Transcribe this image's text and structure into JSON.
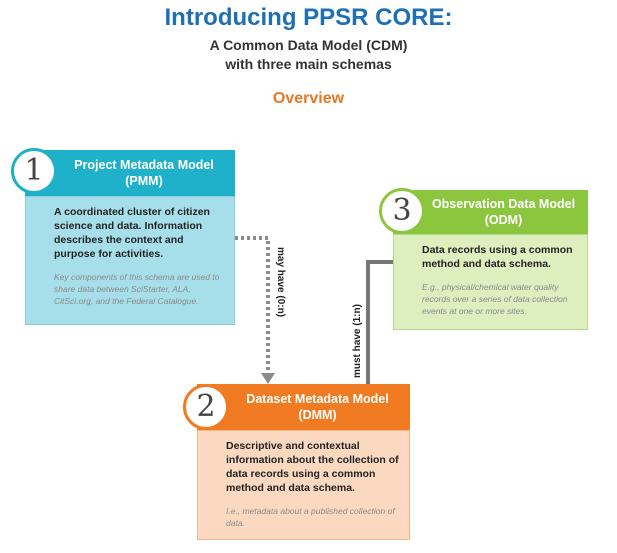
{
  "header": {
    "title": "Introducing PPSR CORE:",
    "subtitle_line1": "A Common Data Model (CDM)",
    "subtitle_line2": "with three main schemas",
    "overview": "Overview"
  },
  "colors": {
    "title": "#1f6fb5",
    "overview": "#e87722",
    "pmm": "#1fb0ca",
    "odm": "#8cc63f",
    "dmm": "#f07b22"
  },
  "models": {
    "pmm": {
      "number": "1",
      "title_line1": "Project Metadata Model",
      "title_line2": "(PMM)",
      "description": "A coordinated cluster of citizen science and data. Information describes the context and purpose for activities.",
      "note": "Key components of this schema are used to share data between SciStarter, ALA, CitSci.org, and the Federal Catalogue."
    },
    "odm": {
      "number": "3",
      "title_line1": "Observation Data Model",
      "title_line2": "(ODM)",
      "description": "Data records using a common method and data schema.",
      "note": "E.g., physical/chemical water quality records over a series of data collection events at one or more sites."
    },
    "dmm": {
      "number": "2",
      "title_line1": "Dataset Metadata Model",
      "title_line2": "(DMM)",
      "description": "Descriptive and contextual information about the collection of data records using a common method and data schema.",
      "note": "I.e., metadata about a published collection of data."
    }
  },
  "relationships": {
    "pmm_to_dmm": "may have (0:n)",
    "dmm_to_odm": "must have (1:n)"
  }
}
